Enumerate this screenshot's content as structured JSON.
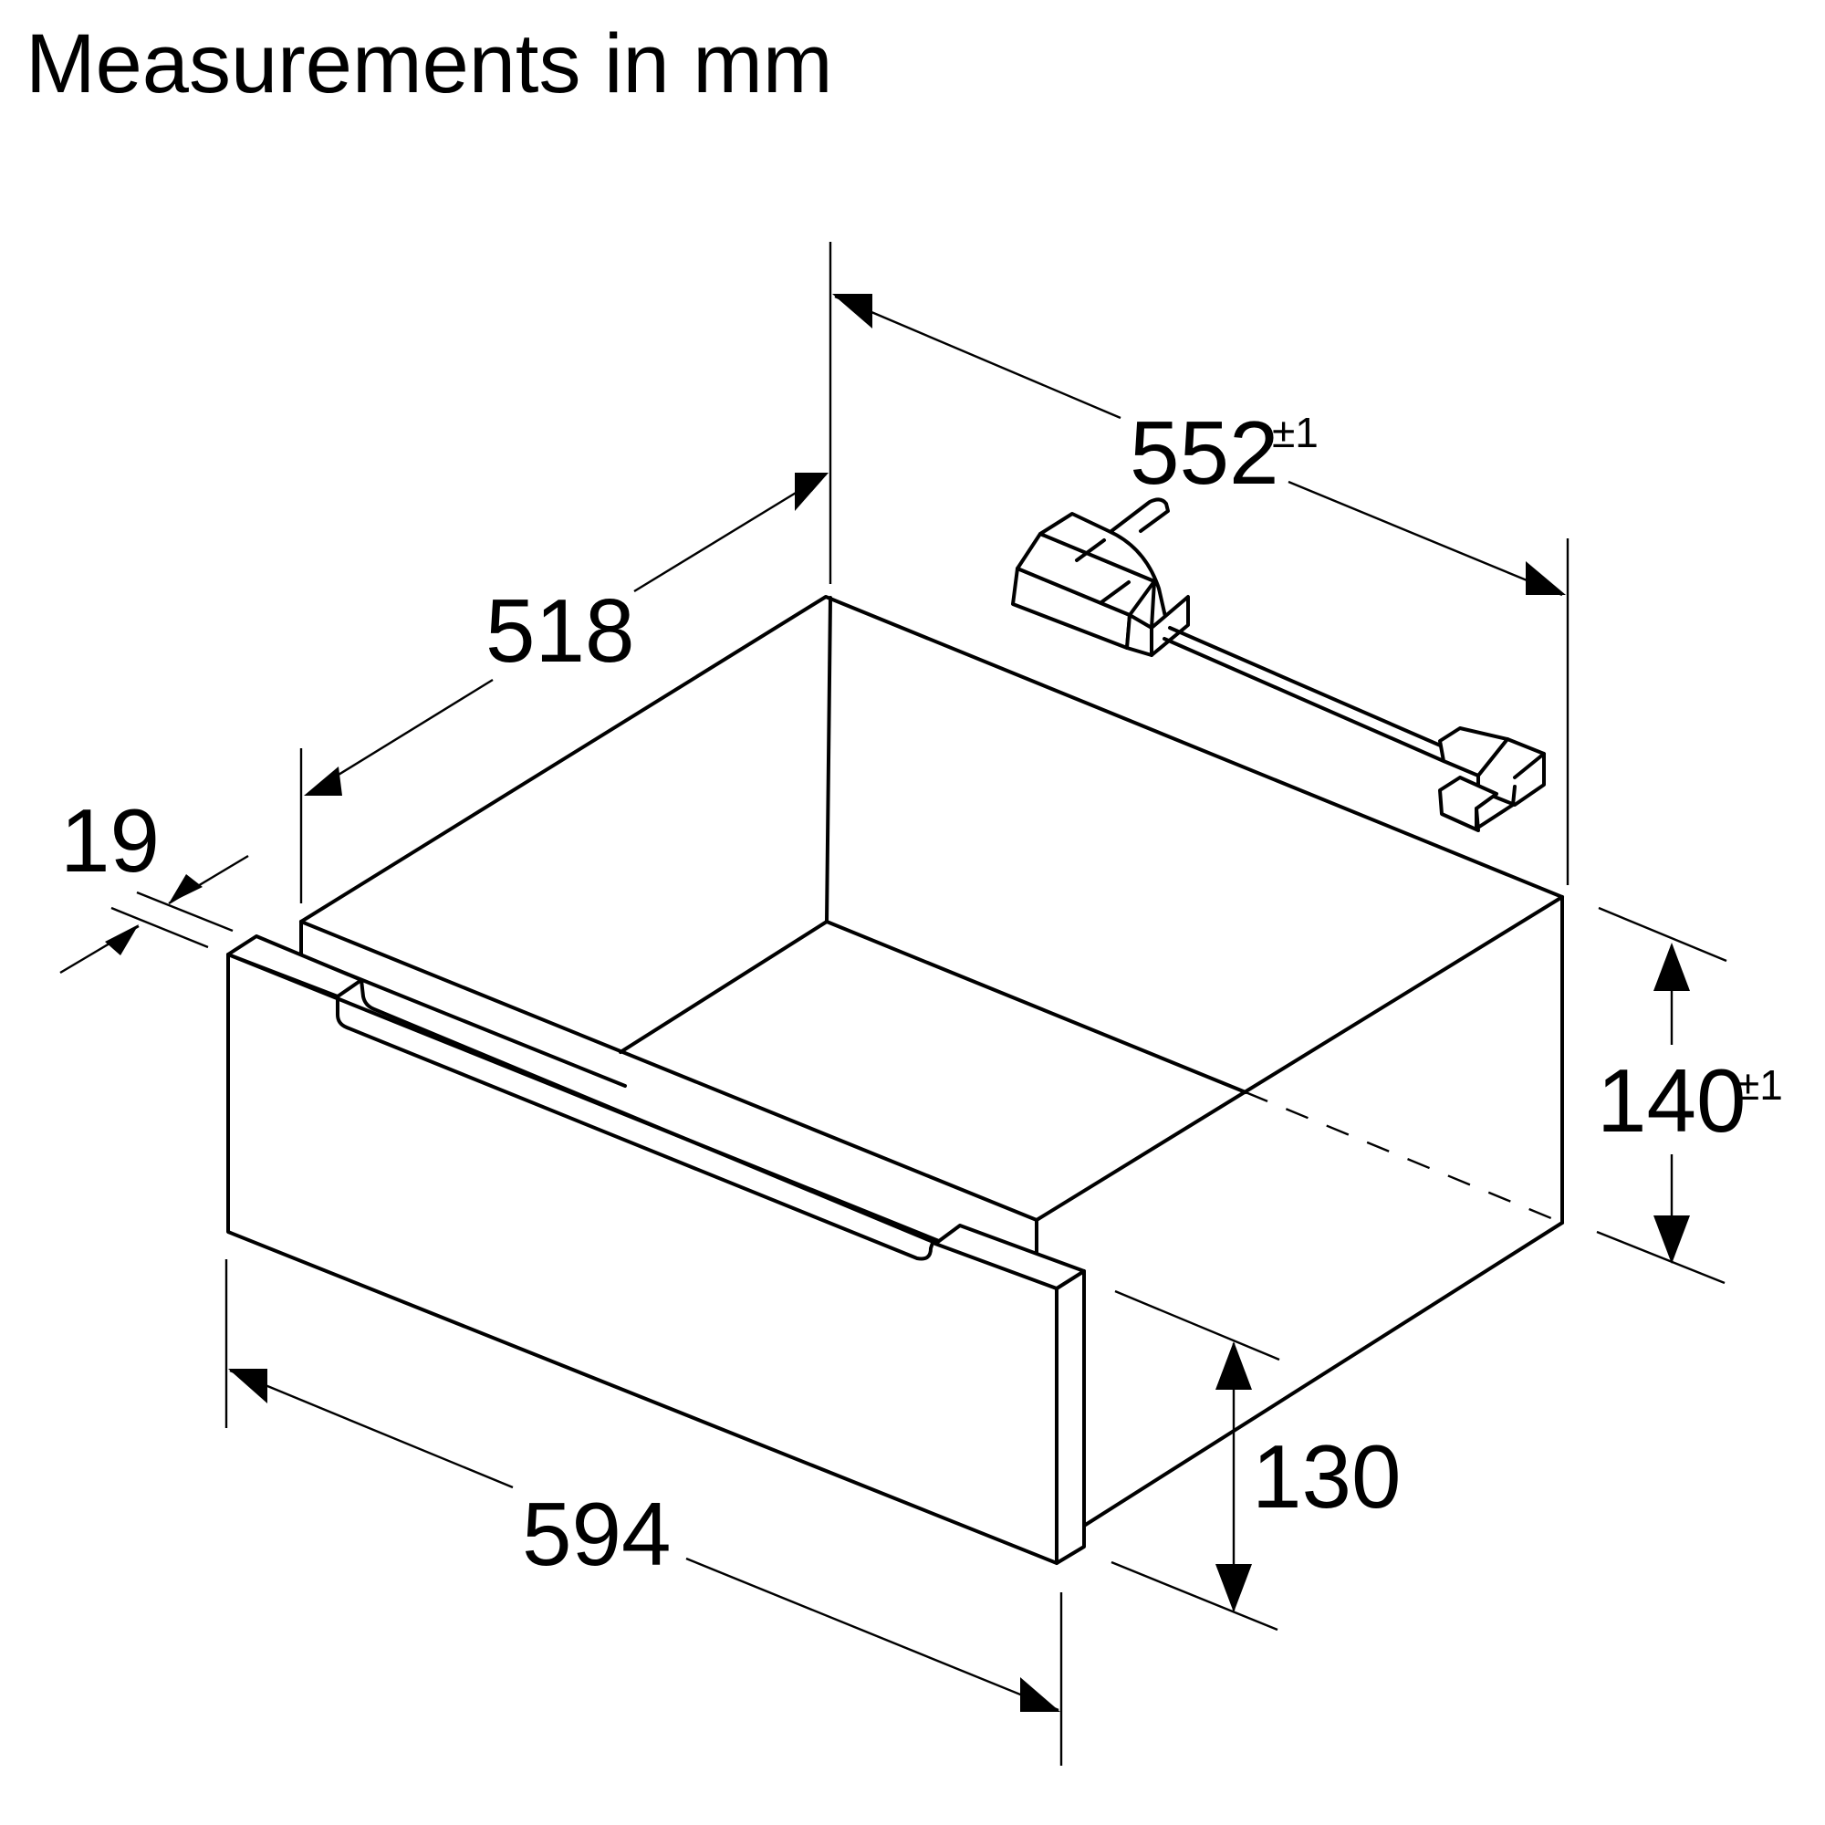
{
  "title": "Measurements in mm",
  "dimensions": {
    "depth_total": {
      "value": "552",
      "tolerance": "±1"
    },
    "depth_body": {
      "value": "518"
    },
    "front_thickness": {
      "value": "19"
    },
    "width": {
      "value": "594"
    },
    "height_total": {
      "value": "140",
      "tolerance": "±1"
    },
    "height_front": {
      "value": "130"
    }
  },
  "colors": {
    "line": "#000000",
    "background": "#ffffff"
  },
  "icons": {
    "connector": "power-cable-plug-icon"
  }
}
